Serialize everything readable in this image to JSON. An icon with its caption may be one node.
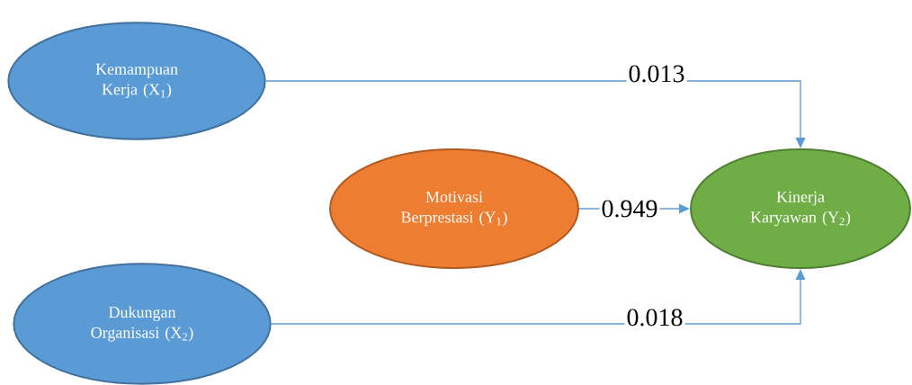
{
  "diagram": {
    "nodes": [
      {
        "text": [
          "Kemampuan Kerja (X$_{1}$)"
        ]
      },
      {
        "text": [
          "Motivasi Berprestasi (Y$_{1}$)"
        ]
      },
      {
        "text": [
          "Kinerja Karyawan (Y$_{2}$)"
        ]
      },
      {
        "text": [
          "Dukungan Organisasi (X$_{2}$)"
        ]
      }
    ],
    "edges": [
      {
        "from": 0,
        "to": 2,
        "arrow": "to",
        "label": "0.013"
      },
      {
        "from": 1,
        "to": 2,
        "arrow": "to",
        "label": "0.949"
      },
      {
        "from": 3,
        "to": 2,
        "arrow": "to",
        "label": "0.018"
      }
    ]
  }
}
